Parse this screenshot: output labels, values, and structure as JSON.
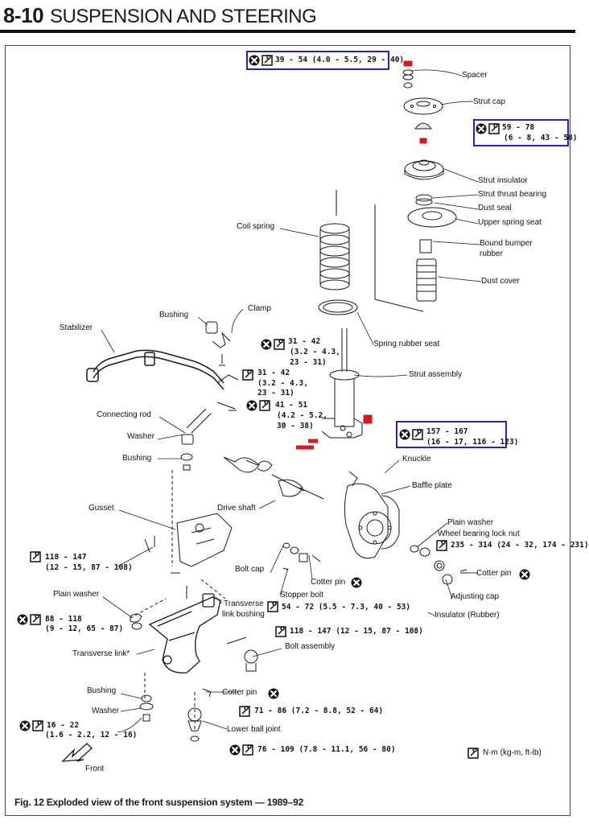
{
  "header": {
    "page_number": "8-10",
    "title": "SUSPENSION AND STEERING"
  },
  "labels": {
    "spacer": "Spacer",
    "strut_cap": "Strut cap",
    "strut_insulator": "Strut insulator",
    "strut_thrust_bearing": "Strut thrust bearing",
    "dust_seal": "Dust seal",
    "upper_spring_seat": "Upper spring seat",
    "bound_bumper_rubber_1": "Bound bumper",
    "bound_bumper_rubber_2": "rubber",
    "dust_cover": "Dust cover",
    "coil_spring": "Coil spring",
    "clamp": "Clamp",
    "bushing_top": "Bushing",
    "stabilizer": "Stabilizer",
    "spring_rubber_seat": "Spring rubber seat",
    "strut_assembly": "Strut assembly",
    "connecting_rod": "Connecting rod",
    "washer_mid": "Washer",
    "bushing_mid": "Bushing",
    "knuckle": "Knuckle",
    "baffle_plate": "Baffle plate",
    "gusset": "Gusset",
    "drive_shaft": "Drive shaft",
    "plain_washer_right": "Plain washer",
    "wheel_bearing_lock_nut": "Wheel bearing lock nut",
    "bolt_cap": "Bolt cap",
    "cotter_pin_mid": "Cotter pin",
    "cotter_pin_right": "Cotter pin",
    "stopper_bolt": "Stopper bolt",
    "adjusting_cap": "Adjusting cap",
    "plain_washer_left": "Plain washer",
    "transverse_link_bushing_1": "Transverse",
    "transverse_link_bushing_2": "link bushing",
    "insulator_rubber": "Insulator (Rubber)",
    "transverse_link": "Transverse link*",
    "bolt_assembly": "Bolt assembly",
    "bushing_low": "Bushing",
    "washer_low": "Washer",
    "cotter_pin_low": "Cotter pin",
    "lower_ball_joint": "Lower ball joint",
    "front": "Front",
    "legend_unit": "N·m (kg-m, ft-lb)"
  },
  "torques": {
    "t_top": "39 - 54 (4.0 - 5.5, 29 - 40)",
    "t_strut_cap_1": "59 - 78",
    "t_strut_cap_2": "(6 - 8, 43 - 58)",
    "t_clamp_1": "31 - 42",
    "t_clamp_2": "(3.2 - 4.3,",
    "t_clamp_3": "23 - 31)",
    "t_conn_1": "31 - 42",
    "t_conn_2": "(3.2 - 4.3,",
    "t_conn_3": "23 - 31)",
    "t_rod_1": "41 - 51",
    "t_rod_2": "(4.2 - 5.2,",
    "t_rod_3": "30 - 38)",
    "t_knuckle_1": "157 - 167",
    "t_knuckle_2": "(16 - 17, 116 - 123)",
    "t_gusset_1": "118 - 147",
    "t_gusset_2": "(12 - 15, 87 - 108)",
    "t_locknut": "235 - 314 (24 - 32, 174 - 231)",
    "t_stopper": "54 - 72 (5.5 - 7.3, 40 - 53)",
    "t_plainwasher_1": "88 - 118",
    "t_plainwasher_2": "(9 - 12, 65 - 87)",
    "t_bolt_assy": "118 - 147 (12 - 15, 87 - 108)",
    "t_balljoint": "71 - 86 (7.2 - 8.8, 52 - 64)",
    "t_bushing_low_1": "16 - 22",
    "t_bushing_low_2": "(1.6 - 2.2, 12 - 16)",
    "t_lower": "76 - 109 (7.8 - 11.1, 56 - 80)"
  },
  "caption": "Fig. 12 Exploded view of the front suspension system — 1989–92",
  "colors": {
    "highlight_box": "#1e2bb0",
    "torque_part": "#d81820",
    "ink": "#1a1a1a"
  },
  "icons": {
    "replace": "do-not-reuse-icon",
    "torque": "torque-wrench-icon"
  }
}
